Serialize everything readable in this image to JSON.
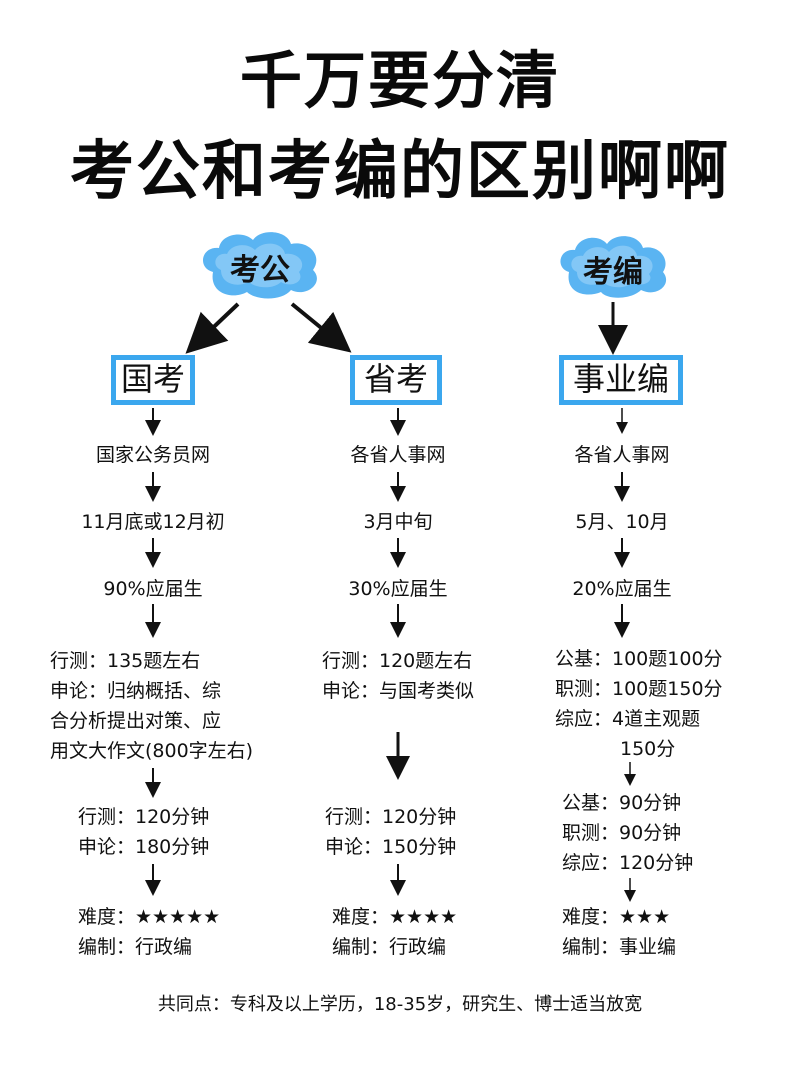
{
  "title": {
    "line1": "千万要分清",
    "line2": "考公和考编的区别啊啊"
  },
  "clouds": {
    "left": "考公",
    "right": "考编"
  },
  "columns": [
    {
      "box": "国考",
      "site": "国家公务员网",
      "time": "11月底或12月初",
      "ratio": "90%应届生",
      "content": [
        "行测：135题左右",
        "申论：归纳概括、综",
        "合分析提出对策、应",
        "用文大作文(800字左右)"
      ],
      "duration": [
        "行测：120分钟",
        "申论：180分钟"
      ],
      "difficulty": "难度：★★★★★",
      "type": "编制：行政编"
    },
    {
      "box": "省考",
      "site": "各省人事网",
      "time": "3月中旬",
      "ratio": "30%应届生",
      "content": [
        "行测：120题左右",
        "申论：与国考类似"
      ],
      "duration": [
        "行测：120分钟",
        "申论：150分钟"
      ],
      "difficulty": "难度：★★★★",
      "type": "编制：行政编"
    },
    {
      "box": "事业编",
      "site": "各省人事网",
      "time": "5月、10月",
      "ratio": "20%应届生",
      "content": [
        "公基：100题100分",
        "职测：100题150分",
        "综应：4道主观题",
        "150分"
      ],
      "duration": [
        "公基：90分钟",
        "职测：90分钟",
        "综应：120分钟"
      ],
      "difficulty": "难度：★★★",
      "type": "编制：事业编"
    }
  ],
  "footer": "共同点：专科及以上学历，18-35岁，研究生、博士适当放宽",
  "colors": {
    "accent": "#3ba7ee",
    "cloud": "#5ab4f2"
  }
}
